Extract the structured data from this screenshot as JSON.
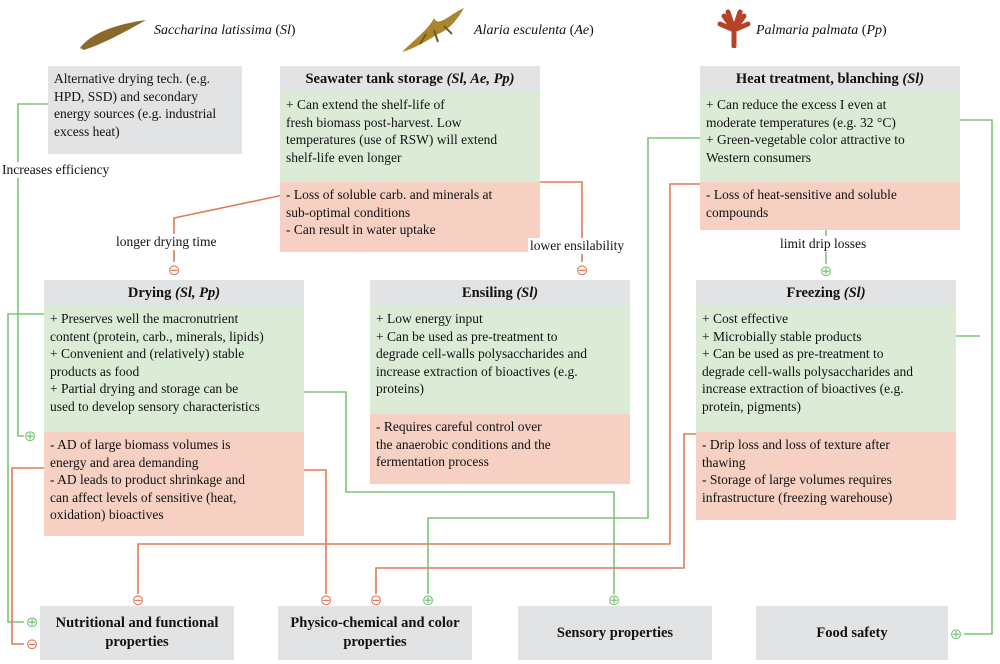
{
  "colors": {
    "positive": "#7cc576",
    "negative": "#e07b5a",
    "grey": "#e2e3e5",
    "pos_bg": "#dcebd6",
    "neg_bg": "#f6d0c3"
  },
  "species": [
    {
      "name": "Saccharina latissima",
      "abbr": "Sl",
      "icon": "kelp-icon"
    },
    {
      "name": "Alaria esculenta",
      "abbr": "Ae",
      "icon": "kelp-icon"
    },
    {
      "name": "Palmaria palmata",
      "abbr": "Pp",
      "icon": "red-seaweed-icon"
    }
  ],
  "alt_tech": [
    "Alternative drying tech. (e.g.",
    "HPD, SSD) and secondary",
    "energy sources (e.g. industrial",
    "excess heat)"
  ],
  "seawater": {
    "title": "Seawater tank storage",
    "species": "(Sl, Ae, Pp)",
    "pros": [
      "+ Can extend the shelf-life of",
      "fresh biomass post-harvest. Low",
      "temperatures (use of RSW) will extend",
      "shelf-life even longer"
    ],
    "cons": [
      "- Loss of soluble carb. and minerals at",
      "sub-optimal conditions",
      "- Can result in water uptake"
    ]
  },
  "heat": {
    "title": "Heat treatment, blanching",
    "species": "(Sl)",
    "pros": [
      "+ Can reduce the excess I even at",
      "moderate temperatures (e.g. 32 °C)",
      "+ Green-vegetable color attractive to",
      "Western consumers"
    ],
    "cons": [
      "- Loss of heat-sensitive and soluble",
      "compounds"
    ]
  },
  "drying": {
    "title": "Drying",
    "species": "(Sl, Pp)",
    "pros": [
      "+ Preserves well the macronutrient",
      "content (protein, carb., minerals, lipids)",
      "+ Convenient and (relatively) stable",
      "products as food",
      "+ Partial drying and storage can be",
      "used to develop sensory characteristics"
    ],
    "cons": [
      "- AD of large biomass volumes is",
      "energy and area demanding",
      "- AD leads to product shrinkage and",
      "can affect levels of sensitive (heat,",
      "oxidation) bioactives"
    ]
  },
  "ensiling": {
    "title": "Ensiling",
    "species": "(Sl)",
    "pros": [
      "+ Low energy input",
      "+ Can be used as pre-treatment to",
      "degrade cell-walls polysaccharides and",
      "increase extraction of bioactives (e.g.",
      "proteins)"
    ],
    "cons": [
      "- Requires careful control over",
      "the anaerobic conditions and the",
      "fermentation process"
    ]
  },
  "freezing": {
    "title": "Freezing",
    "species": "(Sl)",
    "pros": [
      "+ Cost effective",
      "+ Microbially stable products",
      "+ Can be used as pre-treatment to",
      "degrade cell-walls polysaccharides and",
      "increase extraction of bioactives (e.g.",
      "protein, pigments)"
    ],
    "cons": [
      "- Drip loss and loss of texture after",
      "thawing",
      "- Storage of large volumes requires",
      "infrastructure (freezing warehouse)"
    ]
  },
  "labels": {
    "increases_efficiency": "Increases efficiency",
    "longer_drying": "longer drying time",
    "lower_ensilability": "lower ensilability",
    "limit_drip": "limit drip losses"
  },
  "outcomes": {
    "nutritional": [
      "Nutritional and functional",
      "properties"
    ],
    "physico": [
      "Physico-chemical and color",
      "properties"
    ],
    "sensory": "Sensory properties",
    "food_safety": "Food safety"
  },
  "signs": {
    "plus": "⊕",
    "minus": "⊖"
  }
}
